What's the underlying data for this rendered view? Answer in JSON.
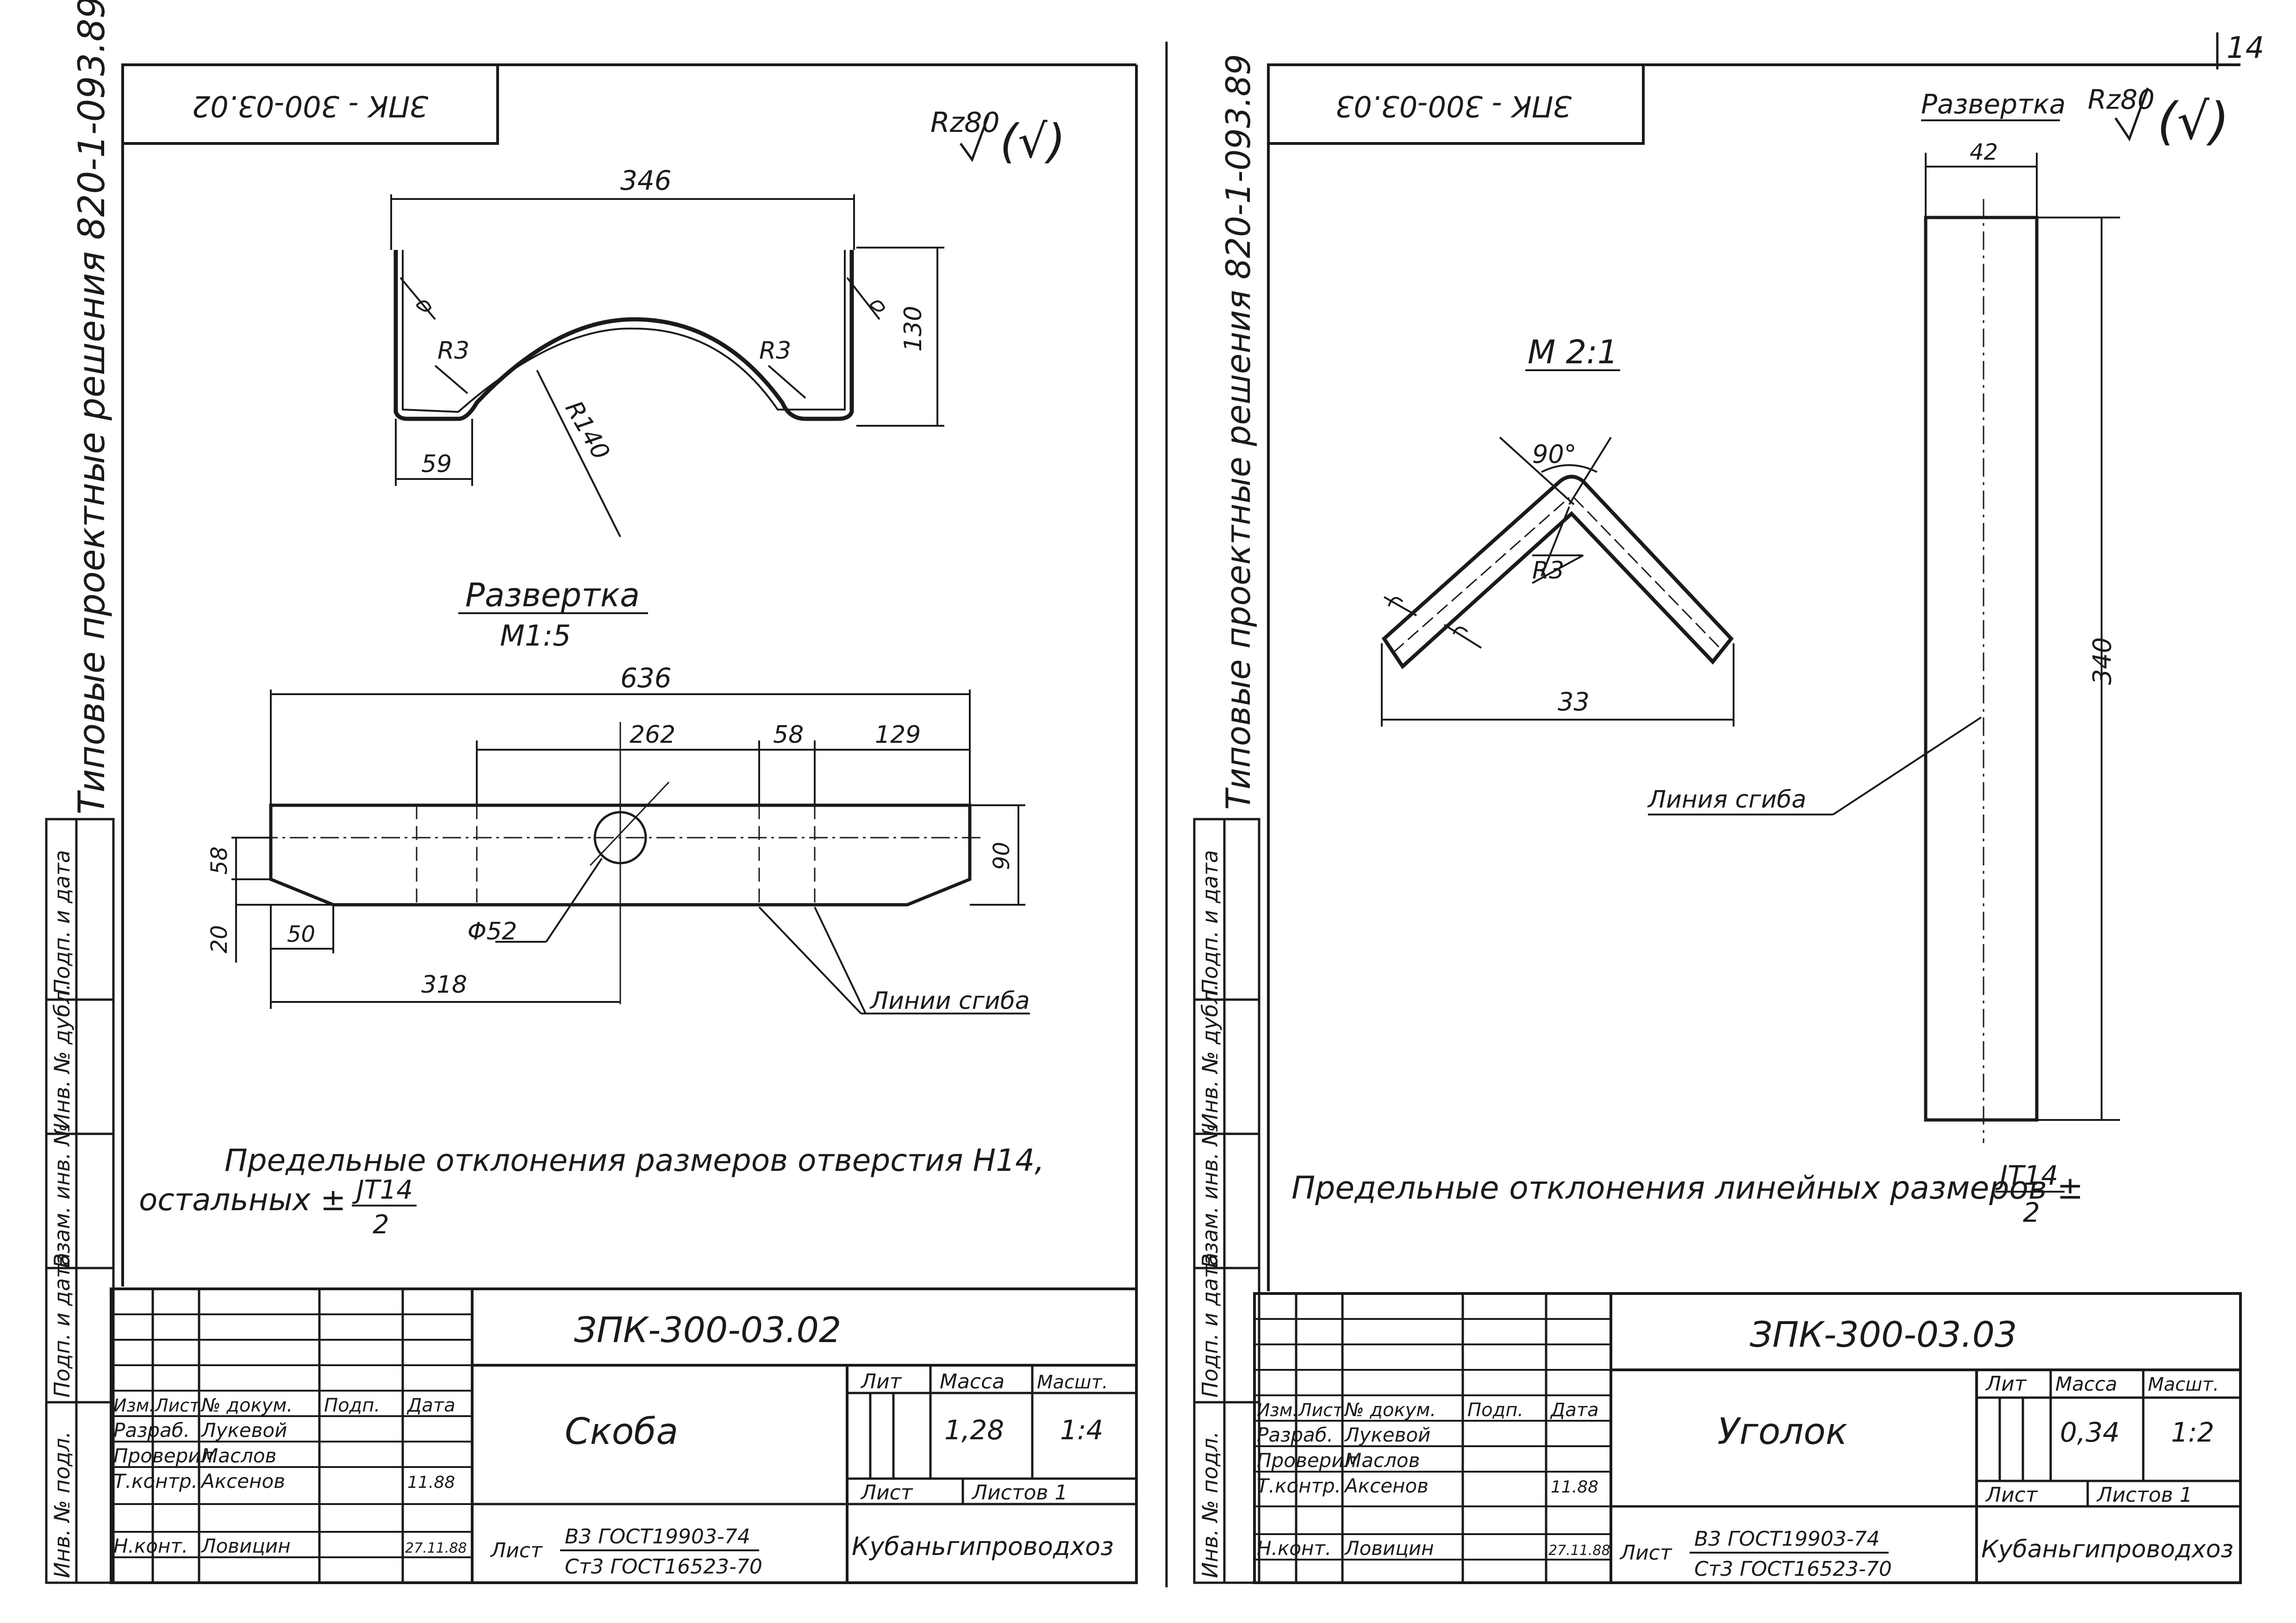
{
  "page_number": "14",
  "left_sheet": {
    "stamp_code": "ЗПК - 300-03.02",
    "side_title": "Типовые проектные решения 820-1-093.89",
    "roughness": "Rz80",
    "roughness_symbol": "(√)",
    "dims": {
      "width_346": "346",
      "height_130": "130",
      "r3_left": "R3",
      "r3_right": "R3",
      "r140": "R140",
      "d59": "59",
      "d636": "636",
      "d262": "262",
      "d58_top": "58",
      "d129": "129",
      "d58_side": "58",
      "d90": "90",
      "d20": "20",
      "d50": "50",
      "d318": "318",
      "phi52": "Φ52"
    },
    "razvertka_title": "Развертка",
    "razvertka_scale": "М1:5",
    "bend_lines_label": "Линии сгиба",
    "tolerance_line1": "Предельные отклонения размеров отверстия  Н14,",
    "tolerance_line2": "остальных  ±",
    "tolerance_frac_num": "JT14",
    "tolerance_frac_den": "2",
    "title_block": {
      "designation": "ЗПК-300-03.02",
      "name": "Скоба",
      "col_headers": [
        "Изм.",
        "Лист",
        "№ докум.",
        "Подп.",
        "Дата"
      ],
      "rows": [
        {
          "role": "Разраб.",
          "name": "Лукевой",
          "date": ""
        },
        {
          "role": "Проверил",
          "name": "Маслов",
          "date": ""
        },
        {
          "role": "Т.контр.",
          "name": "Аксенов",
          "date": "11.88"
        },
        {
          "role": "Н.конт.",
          "name": "Ловицин",
          "date": "27.11.88"
        }
      ],
      "lit": "Лит",
      "mass": "Масса",
      "scale_header": "Масшт.",
      "mass_value": "1,28",
      "scale_value": "1:4",
      "sheet": "Лист",
      "sheets": "Листов 1",
      "material_prefix": "Лист",
      "material_line1": "В3 ГОСТ19903-74",
      "material_line2": "Ст3 ГОСТ16523-70",
      "organization": "Кубаньгипроводхоз"
    },
    "side_labels": [
      "Взам. инв. №",
      "Инв. № дубл.",
      "Подп. и дата",
      "Подп. и дата",
      "Инв. № подл."
    ]
  },
  "right_sheet": {
    "stamp_code": "ЗПК - 300-03.03",
    "side_title": "Типовые проектные решения 820-1-093.89",
    "razvertka_title": "Развертка",
    "roughness": "Rz80",
    "roughness_symbol": "(√)",
    "scale_label": "М 2:1",
    "dims": {
      "angle": "90°",
      "r3": "R3",
      "d33": "33",
      "d42": "42",
      "d340": "340"
    },
    "bend_line_label": "Линия сгиба",
    "tolerance_line": "Предельные отклонения линейных размеров  ±",
    "tolerance_frac_num": "JT14",
    "tolerance_frac_den": "2",
    "title_block": {
      "designation": "ЗПК-300-03.03",
      "name": "Уголок",
      "col_headers": [
        "Изм.",
        "Лист",
        "№ докум.",
        "Подп.",
        "Дата"
      ],
      "rows": [
        {
          "role": "Разраб.",
          "name": "Лукевой",
          "date": ""
        },
        {
          "role": "Проверил",
          "name": "Маслов",
          "date": ""
        },
        {
          "role": "Т.контр.",
          "name": "Аксенов",
          "date": "11.88"
        },
        {
          "role": "Н.конт.",
          "name": "Ловицин",
          "date": "27.11.88"
        }
      ],
      "lit": "Лит",
      "mass": "Масса",
      "scale_header": "Масшт.",
      "mass_value": "0,34",
      "scale_value": "1:2",
      "sheet": "Лист",
      "sheets": "Листов 1",
      "material_prefix": "Лист",
      "material_line1": "В3 ГОСТ19903-74",
      "material_line2": "Ст3 ГОСТ16523-70",
      "organization": "Кубаньгипроводхоз"
    },
    "side_labels": [
      "Взам. инв. №",
      "Инв. № дубл.",
      "Подп. и дата",
      "Подп. и дата",
      "Инв. № подл."
    ]
  }
}
